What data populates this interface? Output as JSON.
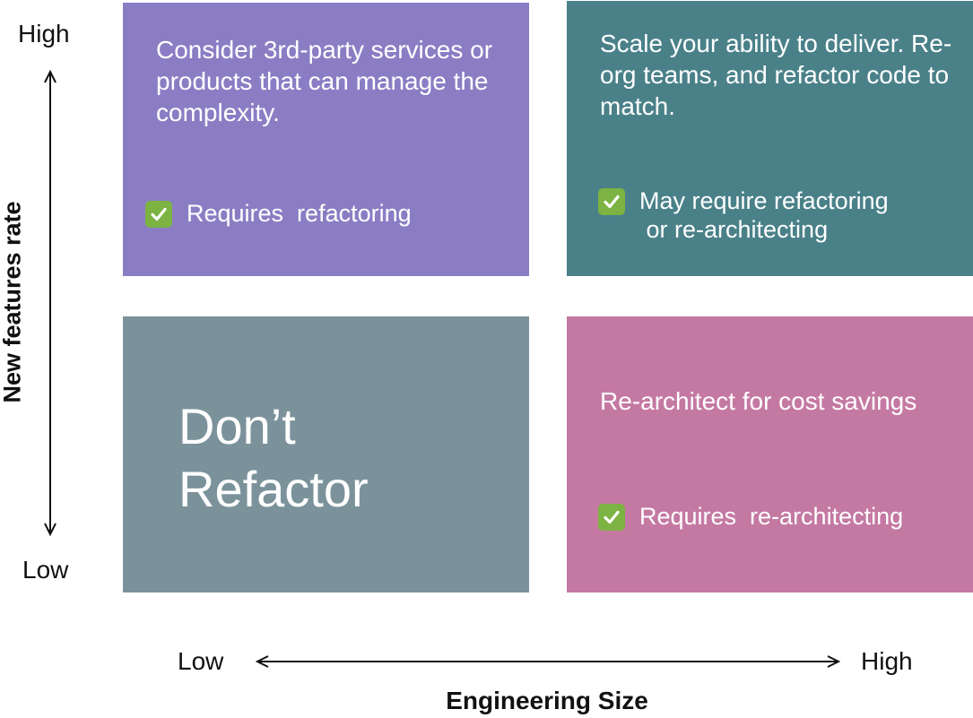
{
  "quadrants": {
    "top_left": {
      "text": "Consider 3rd-party services or products that can manage the complexity.",
      "check": "Requires  refactoring",
      "color": "#8b7dc4"
    },
    "top_right": {
      "text": "Scale your ability to deliver. Re-org teams, and refactor code to match.",
      "check_line1": "May require refactoring",
      "check_line2": " or re-architecting",
      "color": "#4a8189"
    },
    "bottom_left": {
      "line1": "Don’t",
      "line2": "Refactor",
      "color": "#7b929b"
    },
    "bottom_right": {
      "text": "Re-architect for cost savings",
      "check": "Requires  re-architecting",
      "color": "#c479a3"
    }
  },
  "axes": {
    "y": {
      "title": "New features rate",
      "high": "High",
      "low": "Low"
    },
    "x": {
      "title": "Engineering Size",
      "low": "Low",
      "high": "High"
    }
  },
  "icons": {
    "check": "check-mark-button-icon"
  }
}
